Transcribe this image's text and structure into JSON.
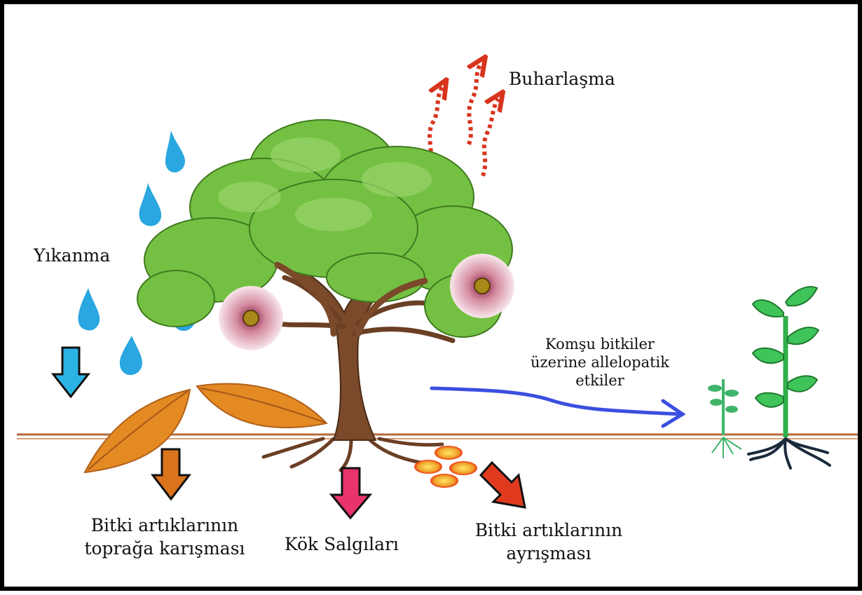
{
  "labels": {
    "evaporation": "Buharlaşma",
    "leaching": "Yıkanma",
    "neighbor_effects": [
      "Komşu bitkiler",
      "üzerine allelopatik",
      "etkiler"
    ],
    "residue_mixing": [
      "Bitki artıklarının",
      "toprağa karışması"
    ],
    "root_exudates": "Kök Salgıları",
    "residue_decomposition": [
      "Bitki artıklarının",
      "ayrışması"
    ]
  },
  "colors": {
    "soil_line": "#b5683a",
    "rain_drop": "#2aa6e0",
    "leaching_arrow": "#2bb3e6",
    "mixing_arrow": "#d9731c",
    "exudate_arrow": "#e8336b",
    "decomposition_arrow": "#e03a1e",
    "evaporation_arrow": "#d8341c",
    "neighbor_arrow": "#3a4fe0",
    "trunk": "#7a4a2a",
    "foliage": "#74c043",
    "leaf_litter": "#e48a23",
    "seedling": "#3fb56a"
  },
  "icons": [
    "rain-drop-icon",
    "tree-icon",
    "flower-icon",
    "leaf-icon",
    "down-arrow-icon",
    "wavy-arrow-icon",
    "seedling-icon",
    "decomposing-residue-icon"
  ]
}
